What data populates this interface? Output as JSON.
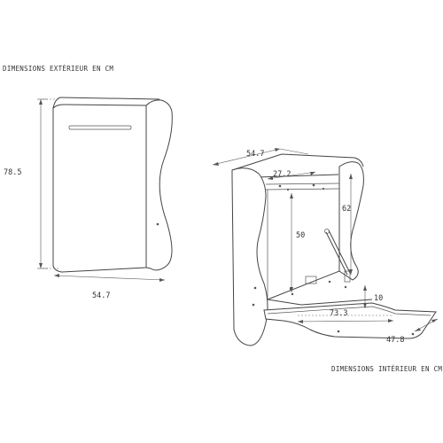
{
  "captions": {
    "exterior": "DIMENSIONS EXTÉRIEUR EN CM",
    "interior": "DIMENSIONS INTÉRIEUR EN CM"
  },
  "exterior": {
    "height": "78.5",
    "width": "54.7"
  },
  "interior": {
    "top_width": "54.7",
    "inner_width": "27.2",
    "full_height": "62",
    "inner_height": "50",
    "table_depth": "73.3",
    "table_width": "47.8",
    "side_height": "10"
  },
  "colors": {
    "line": "#444444",
    "background": "#ffffff"
  }
}
